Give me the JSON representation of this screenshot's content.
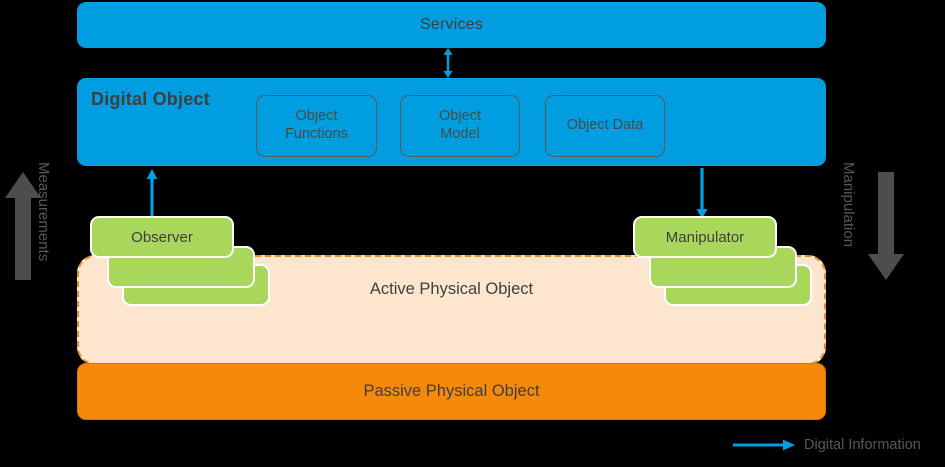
{
  "diagram": {
    "title_services": "Services",
    "digital_object": {
      "title": "Digital Object",
      "components": [
        {
          "label": "Object\nFunctions",
          "line1": "Object",
          "line2": "Functions"
        },
        {
          "label": "Object\nModel",
          "line1": "Object",
          "line2": "Model"
        },
        {
          "label": "Object Data",
          "line1": "Object Data",
          "line2": ""
        }
      ]
    },
    "observer": {
      "label": "Observer",
      "stack_count": 3
    },
    "manipulator": {
      "label": "Manipulator",
      "stack_count": 3
    },
    "active_physical_object": "Active Physical Object",
    "passive_physical_object": "Passive Physical Object",
    "side_labels": {
      "left": "Measurements",
      "right": "Manipulation"
    },
    "legend": {
      "arrow_icon": "arrow-right-icon",
      "label": "Digital Information"
    },
    "colors": {
      "blue": "#009EE0",
      "green": "#A8D75C",
      "orange": "#F7890A",
      "peach": "#FDE6CE",
      "dashed_orange": "#F08A1E",
      "gray_arrow": "#4D4D4D",
      "text": "#3F3F3F",
      "background": "#000000"
    }
  }
}
